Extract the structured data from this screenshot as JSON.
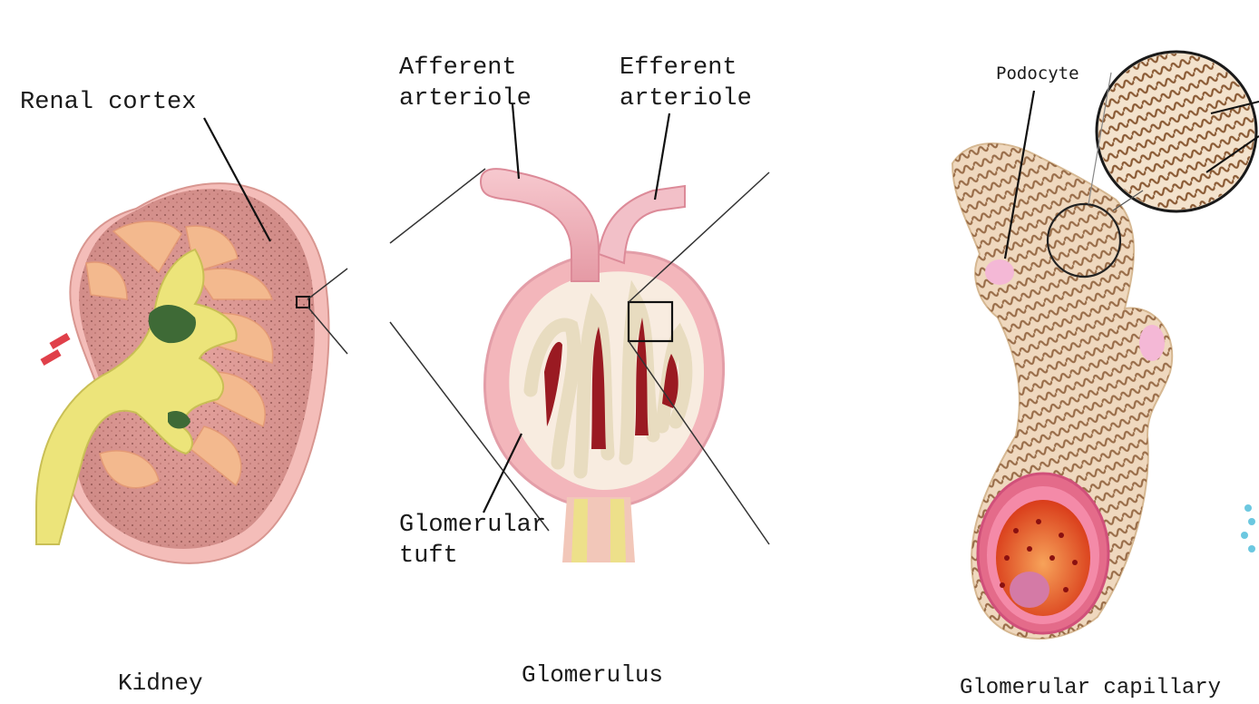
{
  "labels": {
    "renal_cortex": "Renal cortex",
    "afferent_line1": "Afferent",
    "afferent_line2": "arteriole",
    "efferent_line1": "Efferent",
    "efferent_line2": "arteriole",
    "glomerular_tuft_line1": "Glomerular",
    "glomerular_tuft_line2": "tuft",
    "podocyte": "Podocyte"
  },
  "captions": {
    "kidney": "Kidney",
    "glomerulus": "Glomerulus",
    "capillary": "Glomerular capillary"
  },
  "colors": {
    "kidney_cortex": "#d9958f",
    "kidney_outer": "#f2b8b4",
    "pelvis_yellow": "#ece47a",
    "pyramid": "#f3b98e",
    "capsule_pink": "#f3b6bb",
    "tuft_red": "#9a1a22",
    "capillary_tan": "#efd8be",
    "foot_brown": "#8a5a34",
    "lumen": "#e24a1e"
  }
}
